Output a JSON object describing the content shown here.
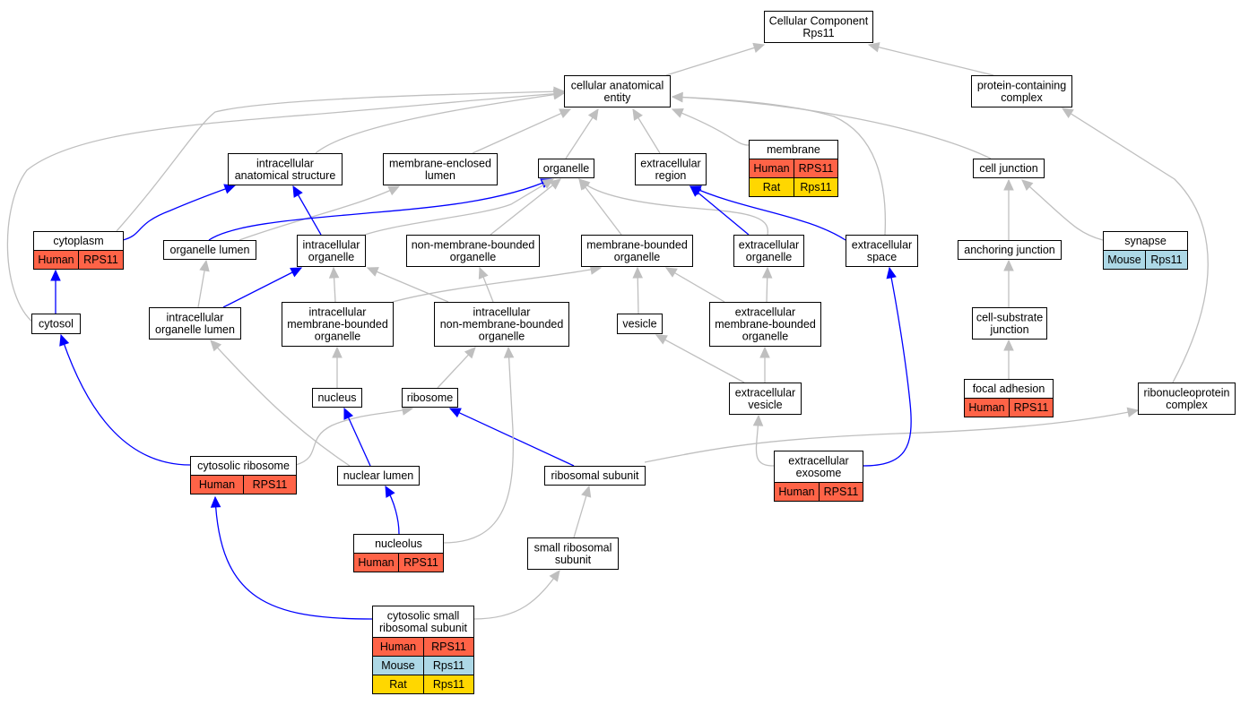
{
  "colors": {
    "gray_edge": "#bfbfbf",
    "blue_edge": "#0000ff",
    "human": "#ff6347",
    "mouse": "#add8e6",
    "rat": "#ffd700",
    "node_fill": "#ffffff",
    "node_stroke": "#000000"
  },
  "nodes": [
    {
      "id": "cellular_component",
      "lines": [
        "Cellular Component",
        "Rps11"
      ],
      "rows": []
    },
    {
      "id": "cellular_anatomical_entity",
      "lines": [
        "cellular anatomical",
        "entity"
      ],
      "rows": []
    },
    {
      "id": "protein_containing_complex",
      "lines": [
        "protein-containing",
        "complex"
      ],
      "rows": []
    },
    {
      "id": "intracellular_anatomical_structure",
      "lines": [
        "intracellular",
        "anatomical structure"
      ],
      "rows": []
    },
    {
      "id": "membrane_enclosed_lumen",
      "lines": [
        "membrane-enclosed",
        "lumen"
      ],
      "rows": []
    },
    {
      "id": "organelle",
      "lines": [
        "organelle"
      ],
      "rows": []
    },
    {
      "id": "extracellular_region",
      "lines": [
        "extracellular",
        "region"
      ],
      "rows": []
    },
    {
      "id": "membrane",
      "lines": [
        "membrane"
      ],
      "rows": [
        [
          "human",
          "Human",
          "RPS11"
        ],
        [
          "rat",
          "Rat",
          "Rps11"
        ]
      ]
    },
    {
      "id": "cell_junction",
      "lines": [
        "cell junction"
      ],
      "rows": []
    },
    {
      "id": "cytoplasm",
      "lines": [
        "cytoplasm"
      ],
      "rows": [
        [
          "human",
          "Human",
          "RPS11"
        ]
      ]
    },
    {
      "id": "organelle_lumen",
      "lines": [
        "organelle lumen"
      ],
      "rows": []
    },
    {
      "id": "intracellular_organelle",
      "lines": [
        "intracellular",
        "organelle"
      ],
      "rows": []
    },
    {
      "id": "non_membrane_bounded_organelle",
      "lines": [
        "non-membrane-bounded",
        "organelle"
      ],
      "rows": []
    },
    {
      "id": "membrane_bounded_organelle",
      "lines": [
        "membrane-bounded",
        "organelle"
      ],
      "rows": []
    },
    {
      "id": "extracellular_organelle",
      "lines": [
        "extracellular",
        "organelle"
      ],
      "rows": []
    },
    {
      "id": "extracellular_space",
      "lines": [
        "extracellular",
        "space"
      ],
      "rows": []
    },
    {
      "id": "anchoring_junction",
      "lines": [
        "anchoring junction"
      ],
      "rows": []
    },
    {
      "id": "synapse",
      "lines": [
        "synapse"
      ],
      "rows": [
        [
          "mouse",
          "Mouse",
          "Rps11"
        ]
      ]
    },
    {
      "id": "cytosol",
      "lines": [
        "cytosol"
      ],
      "rows": []
    },
    {
      "id": "intracellular_organelle_lumen",
      "lines": [
        "intracellular",
        "organelle lumen"
      ],
      "rows": []
    },
    {
      "id": "intracellular_membrane_bounded_organelle",
      "lines": [
        "intracellular",
        "membrane-bounded",
        "organelle"
      ],
      "rows": []
    },
    {
      "id": "intracellular_non_membrane_bounded_organelle",
      "lines": [
        "intracellular",
        "non-membrane-bounded",
        "organelle"
      ],
      "rows": []
    },
    {
      "id": "vesicle",
      "lines": [
        "vesicle"
      ],
      "rows": []
    },
    {
      "id": "extracellular_membrane_bounded_organelle",
      "lines": [
        "extracellular",
        "membrane-bounded",
        "organelle"
      ],
      "rows": []
    },
    {
      "id": "cell_substrate_junction",
      "lines": [
        "cell-substrate",
        "junction"
      ],
      "rows": []
    },
    {
      "id": "nucleus",
      "lines": [
        "nucleus"
      ],
      "rows": []
    },
    {
      "id": "ribosome",
      "lines": [
        "ribosome"
      ],
      "rows": []
    },
    {
      "id": "extracellular_vesicle",
      "lines": [
        "extracellular",
        "vesicle"
      ],
      "rows": []
    },
    {
      "id": "focal_adhesion",
      "lines": [
        "focal adhesion"
      ],
      "rows": [
        [
          "human",
          "Human",
          "RPS11"
        ]
      ]
    },
    {
      "id": "ribonucleoprotein_complex",
      "lines": [
        "ribonucleoprotein",
        "complex"
      ],
      "rows": []
    },
    {
      "id": "cytosolic_ribosome",
      "lines": [
        "cytosolic ribosome"
      ],
      "rows": [
        [
          "human",
          "Human",
          "RPS11"
        ]
      ]
    },
    {
      "id": "nuclear_lumen",
      "lines": [
        "nuclear lumen"
      ],
      "rows": []
    },
    {
      "id": "ribosomal_subunit",
      "lines": [
        "ribosomal subunit"
      ],
      "rows": []
    },
    {
      "id": "extracellular_exosome",
      "lines": [
        "extracellular",
        "exosome"
      ],
      "rows": [
        [
          "human",
          "Human",
          "RPS11"
        ]
      ]
    },
    {
      "id": "nucleolus",
      "lines": [
        "nucleolus"
      ],
      "rows": [
        [
          "human",
          "Human",
          "RPS11"
        ]
      ]
    },
    {
      "id": "small_ribosomal_subunit",
      "lines": [
        "small ribosomal",
        "subunit"
      ],
      "rows": []
    },
    {
      "id": "cytosolic_small_ribosomal_subunit",
      "lines": [
        "cytosolic small",
        "ribosomal subunit"
      ],
      "rows": [
        [
          "human",
          "Human",
          "RPS11"
        ],
        [
          "mouse",
          "Mouse",
          "Rps11"
        ],
        [
          "rat",
          "Rat",
          "Rps11"
        ]
      ]
    }
  ],
  "edges": [
    {
      "from": "cellular_anatomical_entity",
      "to": "cellular_component",
      "style": "gray"
    },
    {
      "from": "protein_containing_complex",
      "to": "cellular_component",
      "style": "gray"
    },
    {
      "from": "intracellular_anatomical_structure",
      "to": "cellular_anatomical_entity",
      "style": "gray"
    },
    {
      "from": "membrane_enclosed_lumen",
      "to": "cellular_anatomical_entity",
      "style": "gray"
    },
    {
      "from": "organelle",
      "to": "cellular_anatomical_entity",
      "style": "gray"
    },
    {
      "from": "extracellular_region",
      "to": "cellular_anatomical_entity",
      "style": "gray"
    },
    {
      "from": "membrane",
      "to": "cellular_anatomical_entity",
      "style": "gray"
    },
    {
      "from": "cell_junction",
      "to": "cellular_anatomical_entity",
      "style": "gray"
    },
    {
      "from": "cytoplasm",
      "to": "cellular_anatomical_entity",
      "style": "gray"
    },
    {
      "from": "cytosol",
      "to": "cellular_anatomical_entity",
      "style": "gray"
    },
    {
      "from": "extracellular_space",
      "to": "cellular_anatomical_entity",
      "style": "gray"
    },
    {
      "from": "cytoplasm",
      "to": "intracellular_anatomical_structure",
      "style": "blue"
    },
    {
      "from": "organelle_lumen",
      "to": "membrane_enclosed_lumen",
      "style": "gray"
    },
    {
      "from": "organelle_lumen",
      "to": "organelle",
      "style": "blue"
    },
    {
      "from": "intracellular_organelle",
      "to": "intracellular_anatomical_structure",
      "style": "blue"
    },
    {
      "from": "intracellular_organelle",
      "to": "organelle",
      "style": "gray"
    },
    {
      "from": "non_membrane_bounded_organelle",
      "to": "organelle",
      "style": "gray"
    },
    {
      "from": "membrane_bounded_organelle",
      "to": "organelle",
      "style": "gray"
    },
    {
      "from": "extracellular_organelle",
      "to": "organelle",
      "style": "gray"
    },
    {
      "from": "extracellular_organelle",
      "to": "extracellular_region",
      "style": "blue"
    },
    {
      "from": "extracellular_space",
      "to": "extracellular_region",
      "style": "blue"
    },
    {
      "from": "anchoring_junction",
      "to": "cell_junction",
      "style": "gray"
    },
    {
      "from": "synapse",
      "to": "cell_junction",
      "style": "gray"
    },
    {
      "from": "cytosol",
      "to": "cytoplasm",
      "style": "blue"
    },
    {
      "from": "intracellular_organelle_lumen",
      "to": "organelle_lumen",
      "style": "gray"
    },
    {
      "from": "intracellular_organelle_lumen",
      "to": "intracellular_organelle",
      "style": "blue"
    },
    {
      "from": "intracellular_membrane_bounded_organelle",
      "to": "intracellular_organelle",
      "style": "gray"
    },
    {
      "from": "intracellular_membrane_bounded_organelle",
      "to": "membrane_bounded_organelle",
      "style": "gray"
    },
    {
      "from": "intracellular_non_membrane_bounded_organelle",
      "to": "intracellular_organelle",
      "style": "gray"
    },
    {
      "from": "intracellular_non_membrane_bounded_organelle",
      "to": "non_membrane_bounded_organelle",
      "style": "gray"
    },
    {
      "from": "vesicle",
      "to": "membrane_bounded_organelle",
      "style": "gray"
    },
    {
      "from": "extracellular_membrane_bounded_organelle",
      "to": "membrane_bounded_organelle",
      "style": "gray"
    },
    {
      "from": "extracellular_membrane_bounded_organelle",
      "to": "extracellular_organelle",
      "style": "gray"
    },
    {
      "from": "cell_substrate_junction",
      "to": "anchoring_junction",
      "style": "gray"
    },
    {
      "from": "nucleus",
      "to": "intracellular_membrane_bounded_organelle",
      "style": "gray"
    },
    {
      "from": "ribosome",
      "to": "intracellular_non_membrane_bounded_organelle",
      "style": "gray"
    },
    {
      "from": "extracellular_vesicle",
      "to": "vesicle",
      "style": "gray"
    },
    {
      "from": "extracellular_vesicle",
      "to": "extracellular_membrane_bounded_organelle",
      "style": "gray"
    },
    {
      "from": "focal_adhesion",
      "to": "cell_substrate_junction",
      "style": "gray"
    },
    {
      "from": "ribonucleoprotein_complex",
      "to": "protein_containing_complex",
      "style": "gray"
    },
    {
      "from": "cytosolic_ribosome",
      "to": "cytosol",
      "style": "blue"
    },
    {
      "from": "cytosolic_ribosome",
      "to": "ribosome",
      "style": "gray"
    },
    {
      "from": "nuclear_lumen",
      "to": "intracellular_organelle_lumen",
      "style": "gray"
    },
    {
      "from": "nuclear_lumen",
      "to": "nucleus",
      "style": "blue"
    },
    {
      "from": "ribosomal_subunit",
      "to": "ribosome",
      "style": "blue"
    },
    {
      "from": "ribosomal_subunit",
      "to": "ribonucleoprotein_complex",
      "style": "gray"
    },
    {
      "from": "extracellular_exosome",
      "to": "extracellular_vesicle",
      "style": "gray"
    },
    {
      "from": "extracellular_exosome",
      "to": "extracellular_space",
      "style": "blue"
    },
    {
      "from": "nucleolus",
      "to": "nuclear_lumen",
      "style": "blue"
    },
    {
      "from": "nucleolus",
      "to": "intracellular_non_membrane_bounded_organelle",
      "style": "gray"
    },
    {
      "from": "small_ribosomal_subunit",
      "to": "ribosomal_subunit",
      "style": "gray"
    },
    {
      "from": "cytosolic_small_ribosomal_subunit",
      "to": "cytosolic_ribosome",
      "style": "blue"
    },
    {
      "from": "cytosolic_small_ribosomal_subunit",
      "to": "small_ribosomal_subunit",
      "style": "gray"
    }
  ]
}
